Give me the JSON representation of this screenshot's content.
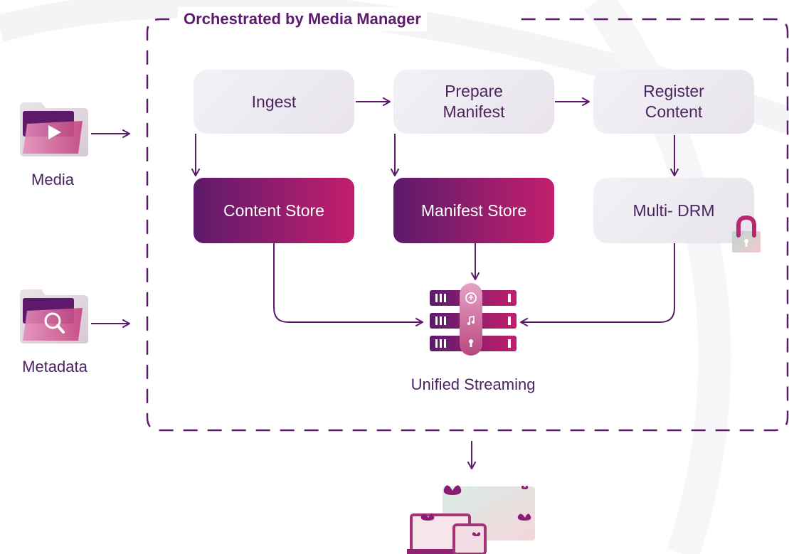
{
  "frame": {
    "title": "Orchestrated by Media Manager"
  },
  "inputs": {
    "media_label": "Media",
    "metadata_label": "Metadata"
  },
  "steps": {
    "ingest": "Ingest",
    "prepare_manifest": "Prepare\nManifest",
    "register_content": "Register\nContent"
  },
  "stores": {
    "content_store": "Content Store",
    "manifest_store": "Manifest Store",
    "multi_drm": "Multi- DRM"
  },
  "server": {
    "label": "Unified Streaming"
  },
  "icons": {
    "media": "media-folder-icon",
    "metadata": "metadata-folder-icon",
    "drm": "padlock-icon",
    "server": "server-rack-icon",
    "devices": "devices-icon"
  },
  "colors": {
    "accent_purple": "#5d1a6b",
    "accent_magenta": "#c21f6d",
    "text": "#4a2460",
    "light_box": "#efecf2"
  }
}
